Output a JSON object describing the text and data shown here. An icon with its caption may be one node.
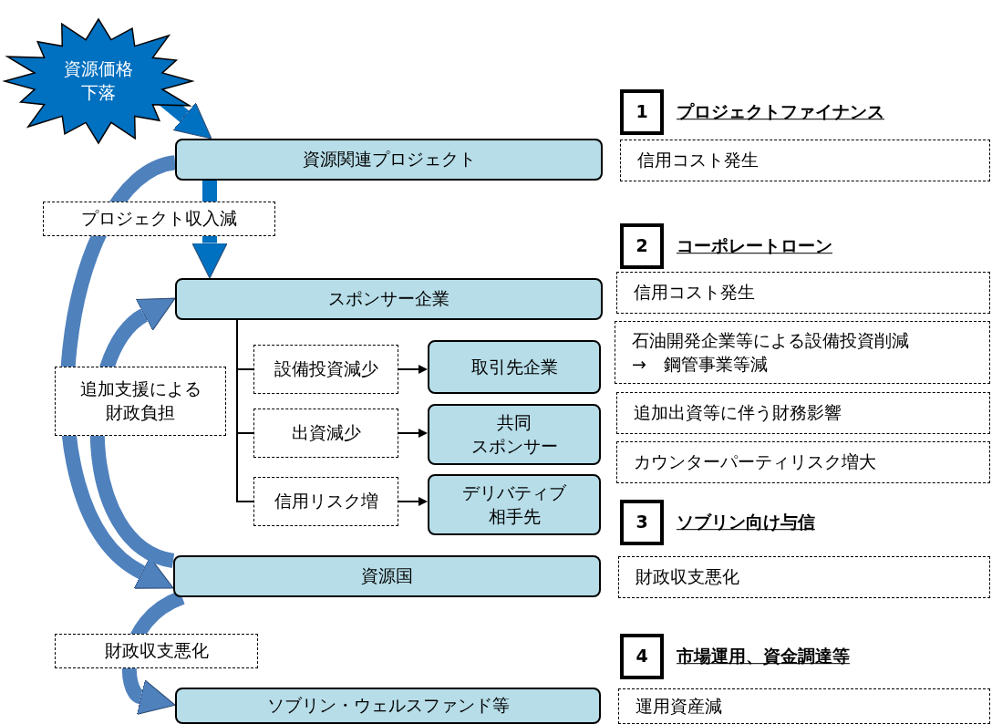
{
  "diagram": {
    "nodes": [
      {
        "text": [
          "資源価格下落"
        ]
      },
      {
        "text": [
          "資源関連プロジェクト"
        ]
      },
      {
        "text": [
          "1",
          "プロジェクトファイナンス"
        ]
      },
      {
        "text": [
          "信用コスト発生"
        ]
      },
      {
        "text": [
          "スポンサー企業"
        ]
      },
      {
        "text": [
          "2",
          "コーポレートローン"
        ]
      },
      {
        "text": [
          "信用コスト発生"
        ]
      },
      {
        "text": [
          "設備投資減少"
        ]
      },
      {
        "text": [
          "取引先企業"
        ]
      },
      {
        "text": [
          "石油開発企業等による設備投資削減→　鋼管事業等減"
        ]
      },
      {
        "text": [
          "出資減少"
        ]
      },
      {
        "text": [
          "共同スポンサー"
        ]
      },
      {
        "text": [
          "追加出資等に伴う財務影響"
        ]
      },
      {
        "text": [
          "カウンターパーティリスク増大"
        ]
      },
      {
        "text": [
          "信用リスク増"
        ]
      },
      {
        "text": [
          "デリバティブ相手先"
        ]
      },
      {
        "text": [
          "3",
          "ソブリン向け与信"
        ]
      },
      {
        "text": [
          "資源国"
        ]
      },
      {
        "text": [
          "財政収支悪化"
        ]
      },
      {
        "text": [
          "4",
          "市場運用、資金調達等"
        ]
      },
      {
        "text": [
          "ソブリン・ウェルスファンド等"
        ]
      },
      {
        "text": [
          "運用資産減"
        ]
      }
    ],
    "edges": [
      {
        "from": 0,
        "to": 1,
        "arrow": "to",
        "style": "thick",
        "color": "#0070c0"
      },
      {
        "from": 1,
        "to": 4,
        "arrow": "to",
        "style": "thick",
        "color": "#0070c0",
        "label": "プロジェクト収入減"
      },
      {
        "from": 1,
        "to": 17,
        "arrow": "to",
        "style": "thick",
        "color": "#4f81bd"
      },
      {
        "from": 17,
        "to": 4,
        "arrow": "to",
        "style": "thick",
        "color": "#4f81bd",
        "label": "追加支援による財政負担"
      },
      {
        "from": 17,
        "to": 20,
        "arrow": "to",
        "style": "thick",
        "color": "#4f81bd",
        "label": "財政収支悪化"
      },
      {
        "from": 4,
        "to": 7,
        "arrow": "none"
      },
      {
        "from": 4,
        "to": 10,
        "arrow": "none"
      },
      {
        "from": 4,
        "to": 14,
        "arrow": "none"
      },
      {
        "from": 7,
        "to": 8,
        "arrow": "to"
      },
      {
        "from": 10,
        "to": 11,
        "arrow": "to"
      },
      {
        "from": 14,
        "to": 15,
        "arrow": "to"
      }
    ]
  }
}
